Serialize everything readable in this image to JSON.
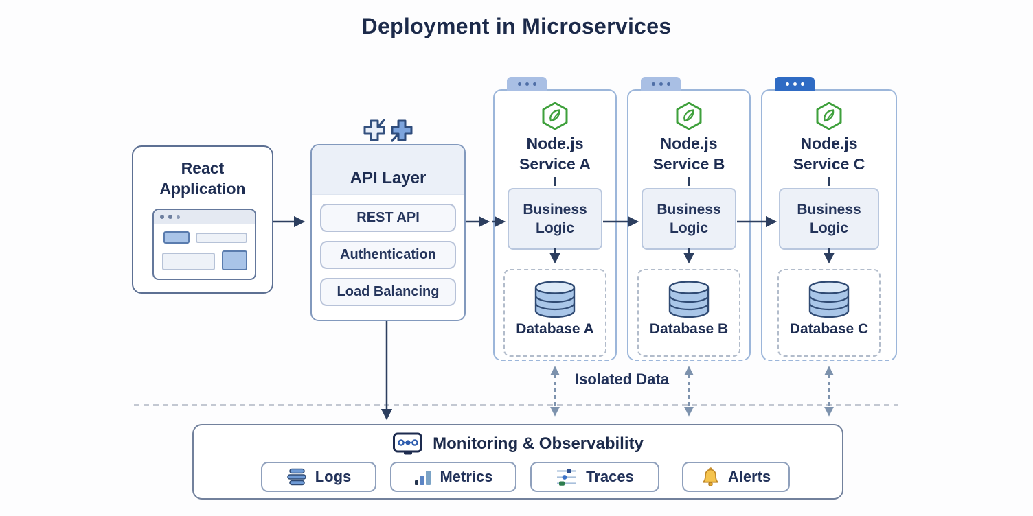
{
  "title": "Deployment in Microservices",
  "react_app": {
    "label": "React Application"
  },
  "api_layer": {
    "title": "API Layer",
    "items": [
      "REST API",
      "Authentication",
      "Load Balancing"
    ]
  },
  "services": [
    {
      "name": "Node.js Service A",
      "logic": "Business Logic",
      "database": "Database A"
    },
    {
      "name": "Node.js Service B",
      "logic": "Business Logic",
      "database": "Database B"
    },
    {
      "name": "Node.js Service C",
      "logic": "Business Logic",
      "database": "Database C"
    }
  ],
  "labels": {
    "isolated_data": "Isolated Data"
  },
  "monitoring": {
    "title": "Monitoring & Observability",
    "chips": [
      "Logs",
      "Metrics",
      "Traces",
      "Alerts"
    ]
  },
  "icons": {
    "api": "api-plug-icon",
    "nodejs": "nodejs-hexagon-icon",
    "database": "database-cylinder-icon",
    "monitor": "monitor-dashboard-icon",
    "logs": "logs-stack-icon",
    "metrics": "bar-chart-icon",
    "traces": "trace-timeline-icon",
    "alerts": "bell-icon"
  },
  "colors": {
    "text_navy": "#1e2d52",
    "arrow_navy": "#2c3e5f",
    "node_green": "#3fa03c",
    "tab_light": "#a9bfe4",
    "tab_dark": "#2f6bc4",
    "panel_fill": "#edf1f8",
    "dashed_gray": "#7d92ad",
    "bell_gold": "#f5c44e",
    "cylinder_blue": "#a9c6e8"
  }
}
